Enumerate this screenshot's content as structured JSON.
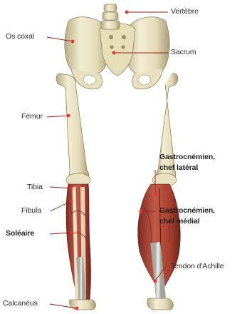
{
  "labels": {
    "vertebre": "Vertèbre",
    "os_coxal": "Os coxal",
    "sacrum": "Sacrum",
    "femur": "Fémur",
    "gastro_lateral_1": "Gastrocnémien,",
    "gastro_lateral_2": "chef latéral",
    "tibia": "Tibia",
    "fibula": "Fibula",
    "soleaire": "Soléaire",
    "gastro_medial_1": "Gastrocnémien,",
    "gastro_medial_2": "chef médial",
    "tendon": "Tendon d'Achille",
    "calcaneus": "Calcanéus"
  },
  "colors": {
    "bone": "#ece5c6",
    "bone_shadow": "#b9ad85",
    "muscle": "#b24a3a",
    "muscle_dark": "#7d2a21",
    "tendon": "#dcdcd6",
    "marker": "#e0382b"
  }
}
